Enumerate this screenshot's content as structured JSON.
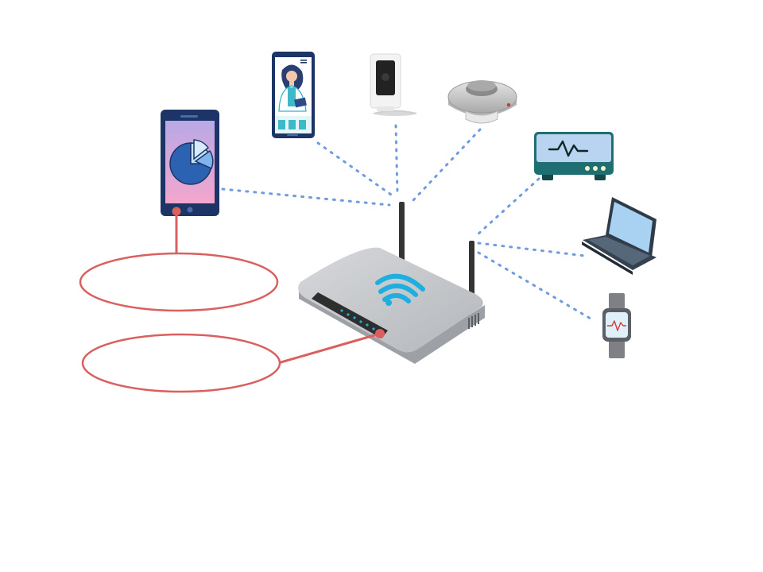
{
  "diagram": {
    "hub": {
      "name": "Wi-Fi router",
      "icon": "wifi-router-icon"
    },
    "devices": [
      {
        "id": "smartphone",
        "icon": "smartphone-pie-chart-icon"
      },
      {
        "id": "telehealth-app",
        "icon": "doctor-phone-app-icon"
      },
      {
        "id": "security-camera",
        "icon": "indoor-camera-icon"
      },
      {
        "id": "smoke-detector",
        "icon": "smoke-detector-icon"
      },
      {
        "id": "health-monitor",
        "icon": "heart-monitor-icon"
      },
      {
        "id": "laptop",
        "icon": "laptop-icon"
      },
      {
        "id": "smartwatch",
        "icon": "smartwatch-icon"
      }
    ],
    "callouts": [
      {
        "id": "smartphone-callout",
        "text": ""
      },
      {
        "id": "router-callout",
        "text": ""
      }
    ]
  },
  "colors": {
    "connection": "#6f9be0",
    "callout": "#d9605f",
    "router_body": "#c3c6ca",
    "wifi": "#1eaee0",
    "phone_frame": "#1d3566",
    "monitor": "#1e6e72"
  }
}
